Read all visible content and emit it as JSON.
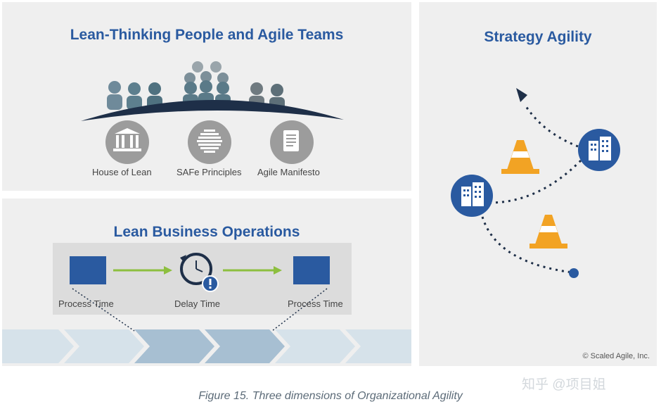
{
  "panels": {
    "people": {
      "title": "Lean-Thinking People and Agile Teams",
      "items": [
        {
          "label": "House of Lean",
          "icon": "pillars-icon"
        },
        {
          "label": "SAFe Principles",
          "icon": "stack-icon"
        },
        {
          "label": "Agile Manifesto",
          "icon": "document-icon"
        }
      ]
    },
    "operations": {
      "title": "Lean Business Operations",
      "steps": [
        {
          "label": "Process Time"
        },
        {
          "label": "Delay Time"
        },
        {
          "label": "Process Time"
        }
      ]
    },
    "strategy": {
      "title": "Strategy Agility",
      "copyright": "© Scaled Agile, Inc."
    }
  },
  "caption": "Figure 15. Three dimensions of Organizational Agility",
  "watermark": "知乎 @项目姐",
  "colors": {
    "brand_blue": "#2a5aa0",
    "dark_navy": "#1e2f48",
    "arrow_green": "#8dbf3f",
    "cone_orange": "#f2a324",
    "panel_gray": "#efefef",
    "chevron_light": "#d6e2ea",
    "chevron_dark": "#a7bfd2"
  }
}
